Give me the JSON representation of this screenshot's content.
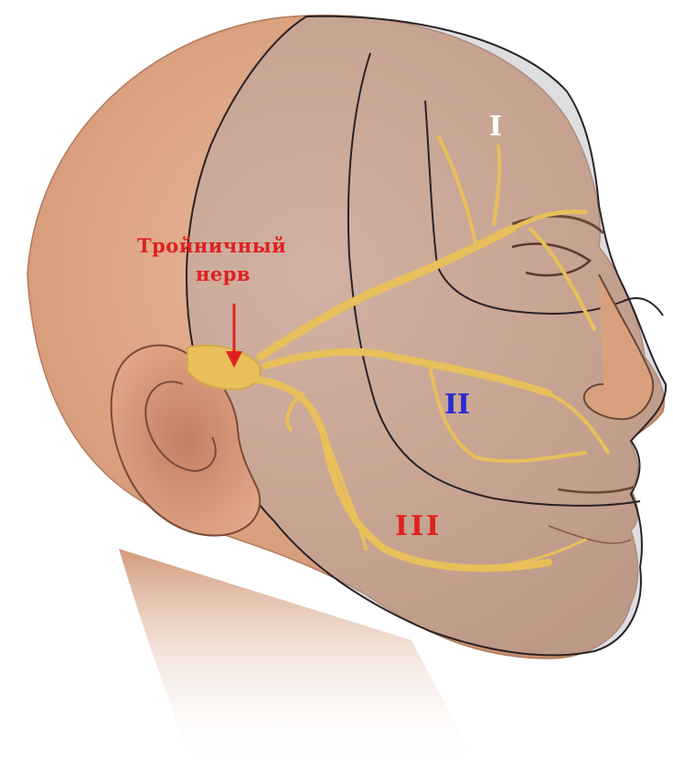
{
  "labels": {
    "nerve_name_line1": "Тройничный",
    "nerve_name_line2": "нерв",
    "branch_1": "I",
    "branch_2": "II",
    "branch_3": "III"
  },
  "colors": {
    "nerve_label": "#e02020",
    "branch_1": "#ffffff",
    "branch_2": "#2a2ad0",
    "branch_3": "#e02020",
    "nerve": "#e8bf5a",
    "skin": "#d9a07e",
    "zone_overlay": "#a8a8b0",
    "outline": "#2a2226"
  },
  "icons": {
    "pointer": "down-arrow-icon"
  }
}
